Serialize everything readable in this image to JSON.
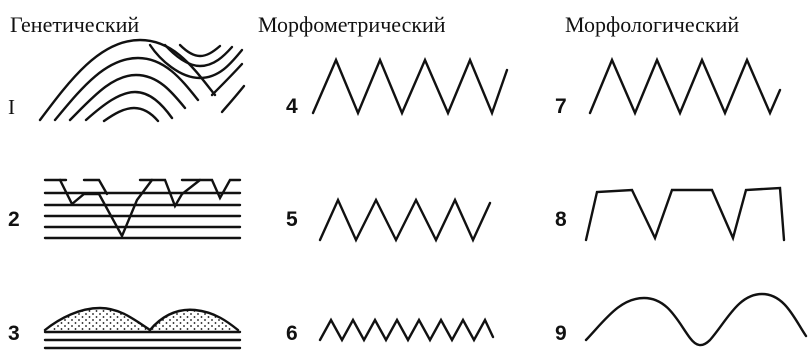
{
  "columns": [
    {
      "title": "Генетический",
      "items": [
        {
          "number": "I"
        },
        {
          "number": "2"
        },
        {
          "number": "3"
        }
      ]
    },
    {
      "title": "Морфометрический",
      "items": [
        {
          "number": "4"
        },
        {
          "number": "5"
        },
        {
          "number": "6"
        }
      ]
    },
    {
      "title": "Морфологический",
      "items": [
        {
          "number": "7"
        },
        {
          "number": "8"
        },
        {
          "number": "9"
        }
      ]
    }
  ]
}
